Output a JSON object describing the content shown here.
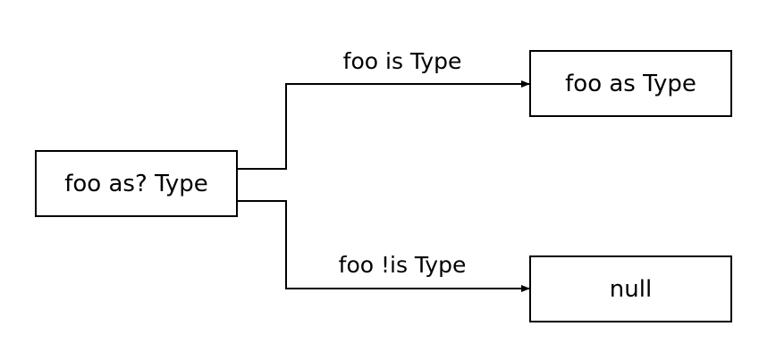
{
  "nodes": {
    "source": "foo as? Type",
    "true_branch": "foo as Type",
    "false_branch": "null"
  },
  "edges": {
    "true_label": "foo is Type",
    "false_label": "foo !is Type"
  }
}
